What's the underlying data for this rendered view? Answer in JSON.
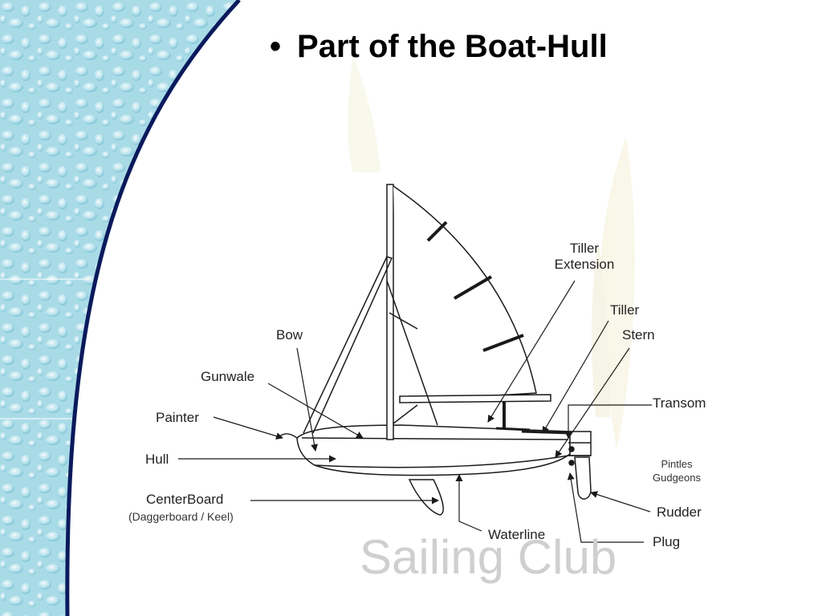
{
  "slide": {
    "title": "Part of the Boat-Hull",
    "bullet": "•",
    "watermark": "Sailing Club"
  },
  "labels": {
    "tiller_extension_line1": "Tiller",
    "tiller_extension_line2": "Extension",
    "tiller": "Tiller",
    "stern": "Stern",
    "bow": "Bow",
    "gunwale": "Gunwale",
    "transom": "Transom",
    "painter": "Painter",
    "hull": "Hull",
    "pintles": "Pintles",
    "gudgeons": "Gudgeons",
    "centerboard": "CenterBoard",
    "centerboard_alt": "(Daggerboard / Keel)",
    "rudder": "Rudder",
    "waterline": "Waterline",
    "plug": "Plug"
  },
  "colors": {
    "border_navy": "#0a1a5c",
    "water_light": "#bfe6ef",
    "water_mid": "#8fcfdf",
    "line": "#1a1a1a",
    "watermark": "#cfcfcf"
  }
}
